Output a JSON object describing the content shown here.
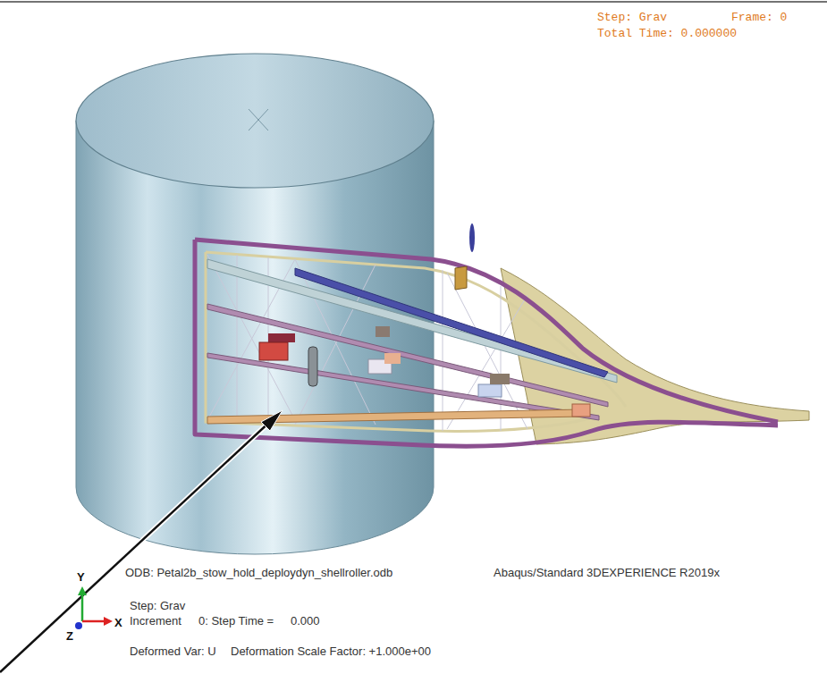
{
  "diagram": {
    "labels": [
      "Step: Grav",
      "Frame: 0",
      "Total Time: 0.000000",
      "ODB: Petal2b_stow_hold_deploydyn_shellroller.odb",
      "Abaqus/Standard 3DEXPERIENCE R2019x",
      "Step: Grav",
      "Increment",
      "0: Step Time =",
      "0.000",
      "Deformed Var: U",
      "Deformation Scale Factor: +1.000e+00",
      "Y",
      "X",
      "Z"
    ]
  }
}
